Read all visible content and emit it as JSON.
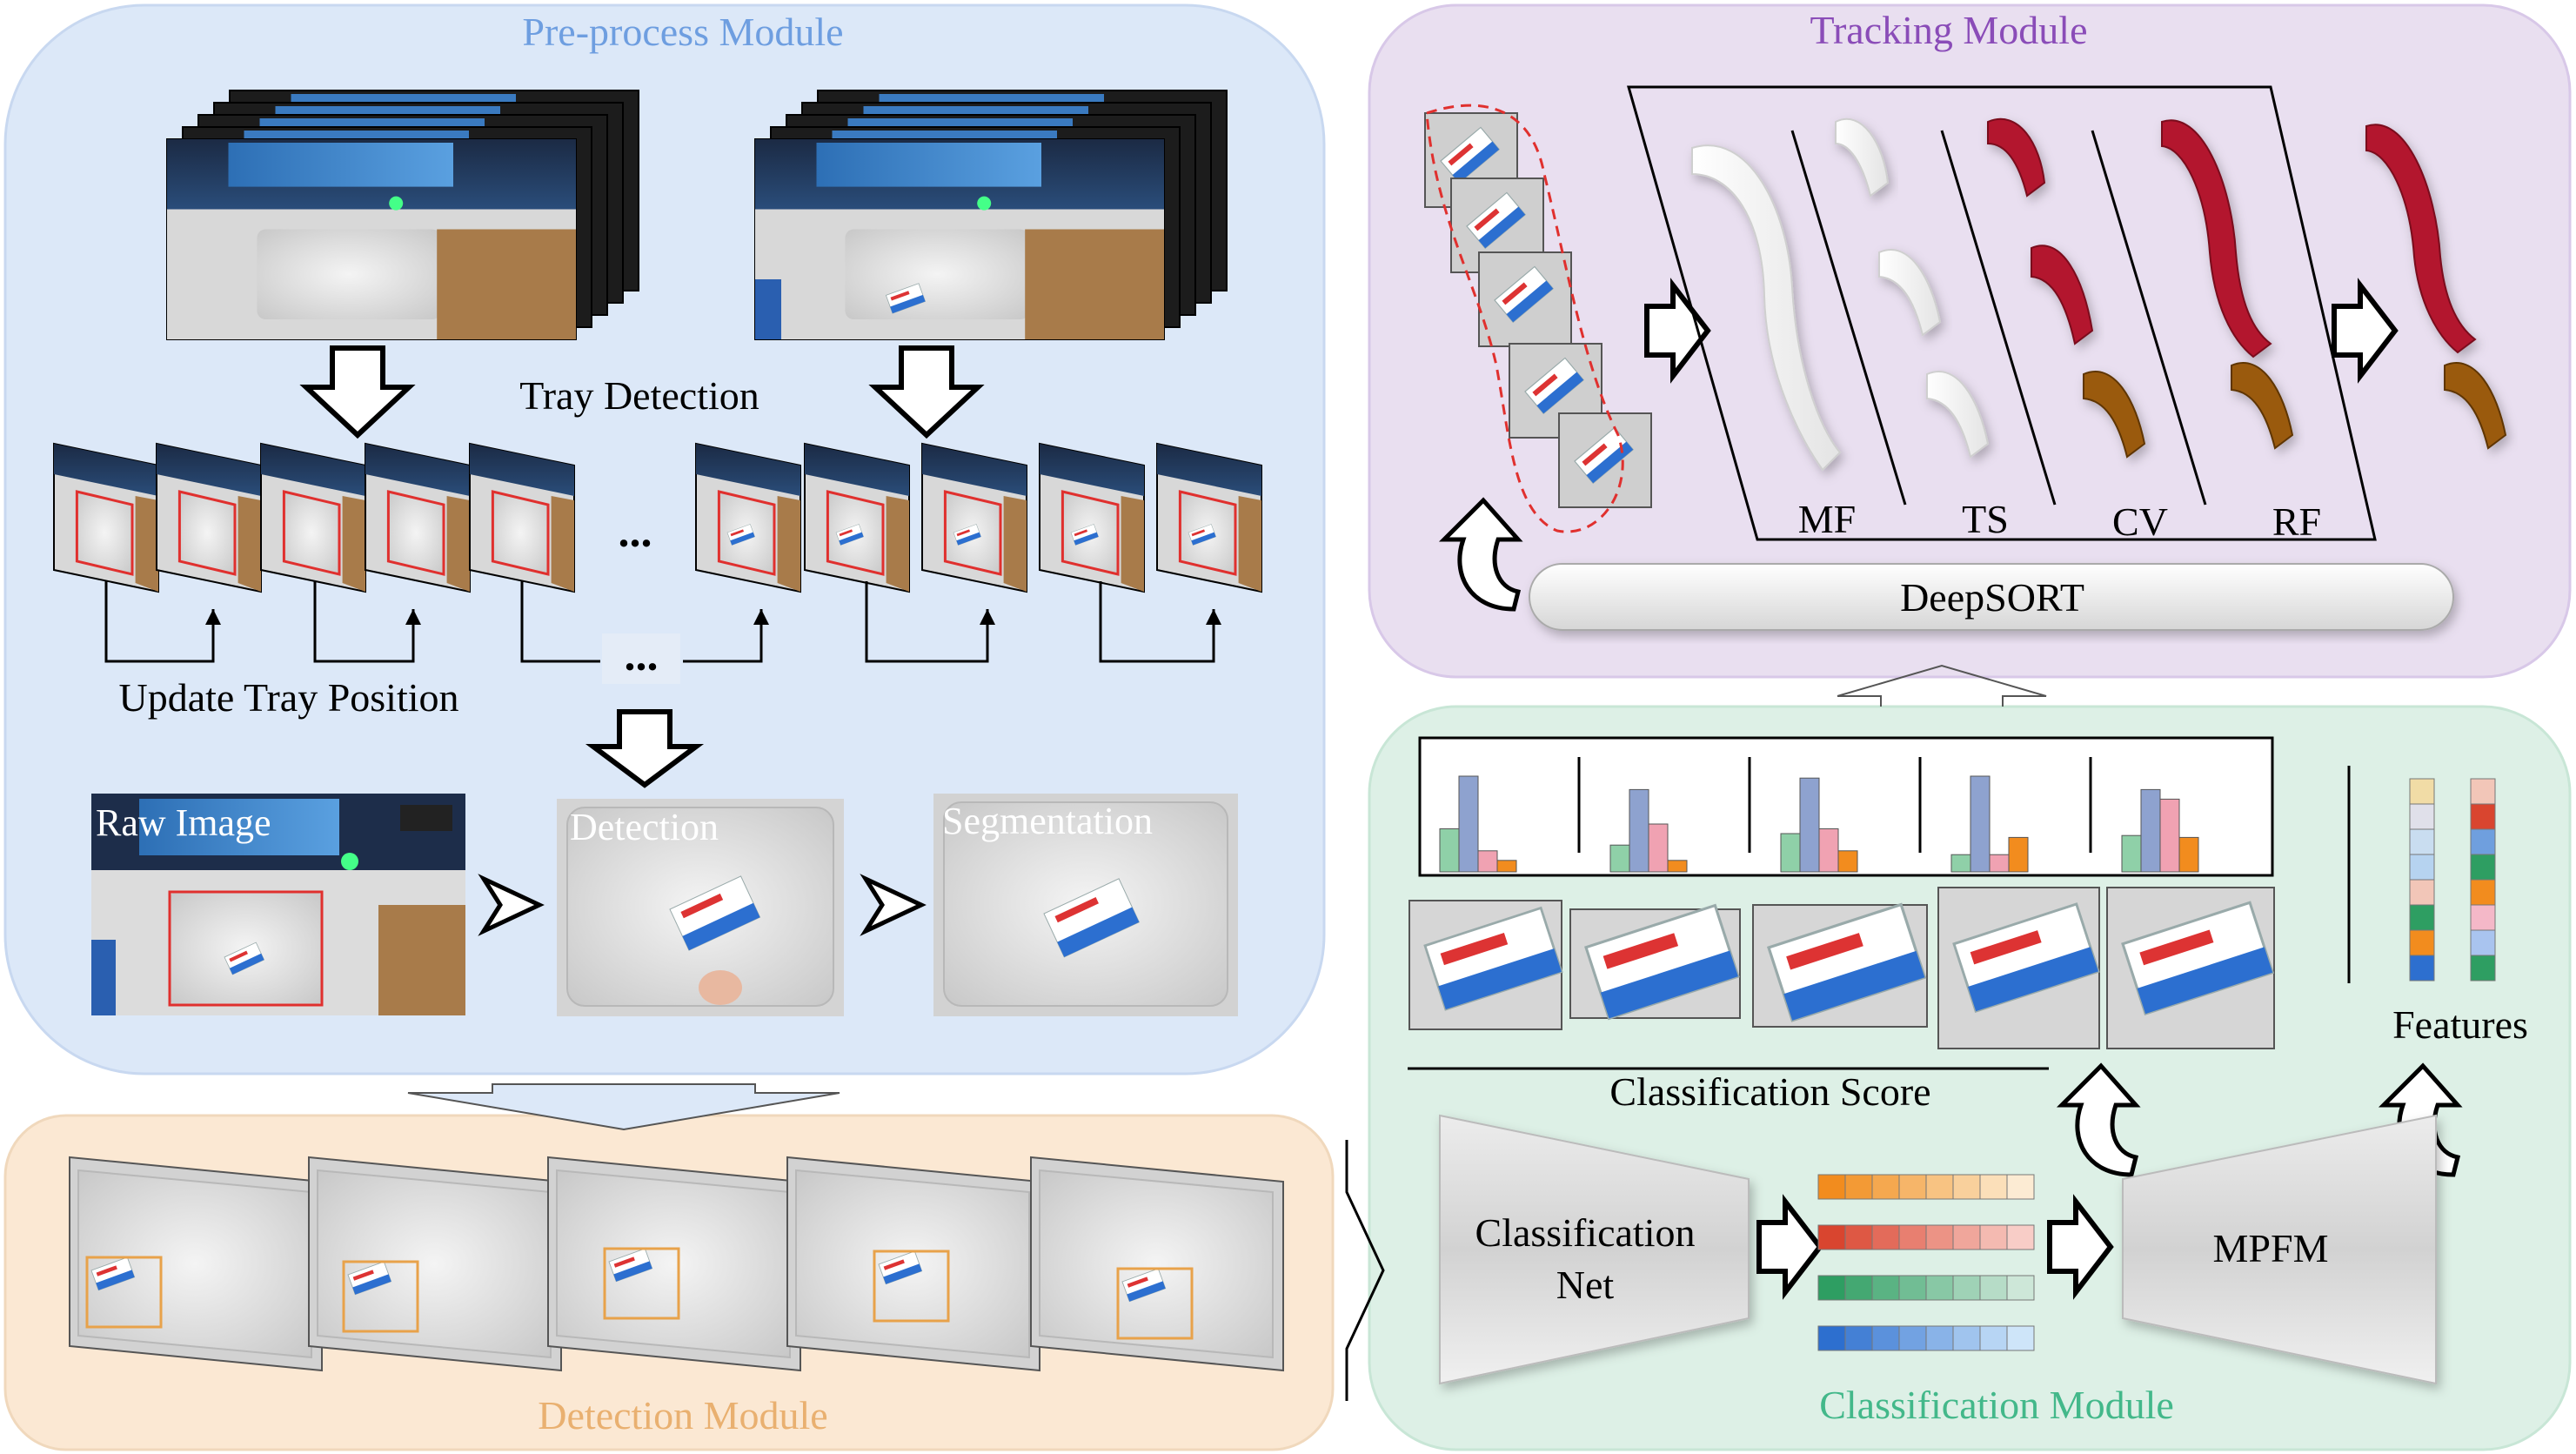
{
  "modules": {
    "preprocess": {
      "title": "Pre-process Module"
    },
    "tracking": {
      "title": "Tracking Module"
    },
    "detection": {
      "title": "Detection Module"
    },
    "classification": {
      "title": "Classification Module"
    }
  },
  "preprocess": {
    "tray_detection": "Tray Detection",
    "ellipsis": "...",
    "update_tray": "Update Tray Position",
    "stages": {
      "raw": "Raw Image",
      "detection": "Detection",
      "segmentation": "Segmentation"
    }
  },
  "tracking": {
    "labels": [
      "MF",
      "TS",
      "CV",
      "RF"
    ],
    "deepsort": "DeepSORT"
  },
  "classification": {
    "score_label": "Classification Score",
    "net_label_line1": "Classification",
    "net_label_line2": "Net",
    "mpfm": "MPFM",
    "features": "Features",
    "bar_groups": [
      [
        0.45,
        1.0,
        0.22,
        0.12
      ],
      [
        0.28,
        0.86,
        0.5,
        0.12
      ],
      [
        0.4,
        0.98,
        0.45,
        0.22
      ],
      [
        0.18,
        1.0,
        0.18,
        0.36
      ],
      [
        0.38,
        0.86,
        0.76,
        0.36
      ]
    ],
    "bar_colors": [
      "#8fd0a8",
      "#8ea2cf",
      "#f0a2b2",
      "#f28c1e"
    ],
    "vector_rows": [
      [
        "#f28c1e",
        "#f39a35",
        "#f5a84f",
        "#f6b569",
        "#f8c382",
        "#f9d09c",
        "#fbdfb9",
        "#fcebd3"
      ],
      [
        "#d9452f",
        "#de5844",
        "#e36b5a",
        "#e87f70",
        "#ec9385",
        "#f0a69b",
        "#f4bab1",
        "#f8cdc7"
      ],
      [
        "#2e9e62",
        "#44a872",
        "#5ab383",
        "#71bd94",
        "#88c8a5",
        "#9fd2b6",
        "#b6dcc7",
        "#cde7d8"
      ],
      [
        "#2d6fcf",
        "#4480d5",
        "#5b91dc",
        "#72a2e2",
        "#89b3e8",
        "#a0c4ee",
        "#b7d5f4",
        "#cee5f9"
      ]
    ],
    "feature_col1": [
      "#f1dca6",
      "#e0e0ea",
      "#c9ddf0",
      "#b6d3f0",
      "#f2c6b8",
      "#2e9e62",
      "#f28c1e",
      "#2d6fcf"
    ],
    "feature_col2": [
      "#f2c6b8",
      "#d9452f",
      "#6f9fde",
      "#2e9e62",
      "#f28c1e",
      "#f4b8c8",
      "#a9c4ef",
      "#2e9e62"
    ]
  },
  "colors": {
    "preprocess_bg": "#dce8f8",
    "tracking_bg": "#e9dff0",
    "detection_bg": "#fbe8d3",
    "classification_bg": "#ddf0e6",
    "preprocess_title": "#6e9ee0",
    "tracking_title": "#8a4cb8",
    "detection_title": "#e9b070",
    "classification_title": "#43b88a",
    "crimson": "#b3122e",
    "bronze": "#9a5a10",
    "tray_box": "#e0302e",
    "det_box": "#e8a24a"
  },
  "icons": {
    "down_arrow": "hollow-down-arrow-icon",
    "right_arrow": "hollow-right-arrow-icon",
    "up_curved_arrow": "curved-up-arrow-icon",
    "chevron": "chevron-right-icon"
  }
}
